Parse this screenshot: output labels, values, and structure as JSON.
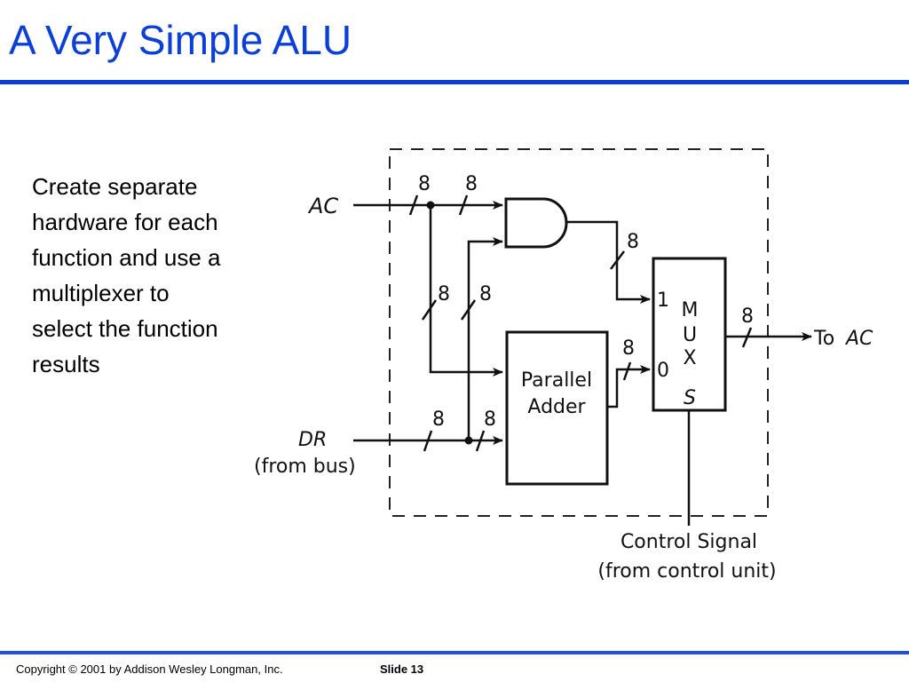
{
  "slide": {
    "title": "A Very Simple ALU",
    "body_lines": [
      "Create separate",
      "hardware for each",
      "function and use a",
      "multiplexer to",
      "select the function",
      "results"
    ],
    "footer": {
      "copyright": "Copyright © 2001 by Addison Wesley Longman, Inc.",
      "slide_number": "Slide 13"
    },
    "colors": {
      "accent": "#0b3fd6"
    }
  },
  "diagram": {
    "inputs": {
      "ac": "AC",
      "dr": "DR",
      "dr_note": "(from bus)"
    },
    "bus_width": "8",
    "and_gate_label": "AND",
    "adder": {
      "line1": "Parallel",
      "line2": "Adder"
    },
    "mux": {
      "letters": [
        "M",
        "U",
        "X"
      ],
      "input_1": "1",
      "input_0": "0",
      "select": "S"
    },
    "output": {
      "to": "To",
      "target": "AC"
    },
    "control": {
      "line1": "Control Signal",
      "line2": "(from control unit)"
    }
  }
}
